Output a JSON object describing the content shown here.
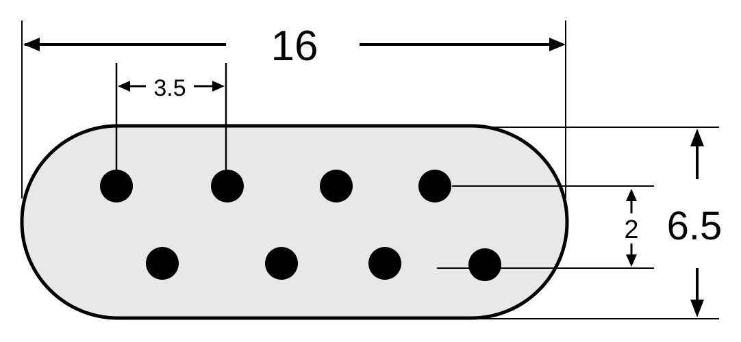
{
  "diagram": {
    "dimensions": {
      "overall_length": "16",
      "pin_pitch": "3.5",
      "row_spacing": "2",
      "overall_height": "6.5"
    },
    "colors": {
      "body_fill": "#e8e8e8",
      "ink": "#000000",
      "background": "#ffffff"
    },
    "pins": {
      "top_row_count": 4,
      "bottom_row_count": 4
    }
  }
}
